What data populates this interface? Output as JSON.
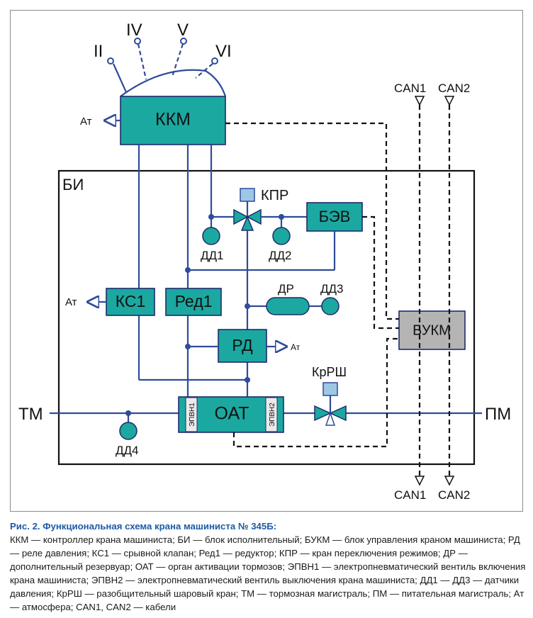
{
  "diagram": {
    "ports": {
      "p2": "II",
      "p4": "IV",
      "p5": "V",
      "p6": "VI"
    },
    "blocks": {
      "kkm": "ККМ",
      "bi": "БИ",
      "kpr": "КПР",
      "bev": "БЭВ",
      "dd1": "ДД1",
      "dd2": "ДД2",
      "ks1": "КС1",
      "red1": "Ред1",
      "dr": "ДР",
      "dd3": "ДД3",
      "rd": "РД",
      "bukm": "БУКМ",
      "krsh": "КрРШ",
      "oat": "ОАТ",
      "epvn1": "ЭПВН1",
      "epvn2": "ЭПВН2",
      "dd4": "ДД4"
    },
    "atmosphere": {
      "kkm": "Ат",
      "ks1": "Ат",
      "rd": "Ат"
    },
    "lines": {
      "tm": "ТМ",
      "pm": "ПМ"
    },
    "cables": {
      "can1_top": "CAN1",
      "can2_top": "CAN2",
      "can1_bottom": "CAN1",
      "can2_bottom": "CAN2"
    }
  },
  "caption": {
    "title": "Рис. 2. Функциональная схема крана машиниста № 345Б:",
    "body": "ККМ — контроллер крана машиниста; БИ — блок исполнительный; БУКМ — блок управления краном машиниста; РД — реле давления; КС1 — срывной клапан; Ред1 — редуктор; КПР — кран переключения режимов; ДР — дополнительный резервуар; ОАТ — орган активации тормозов; ЭПВН1 — электропнев­матический вентиль включения крана машиниста; ЭПВН2 — электропневматический вентиль выклю­чения крана машиниста; ДД1 — ДД3 — датчики давления; КрРШ — разобщительный шаровый кран; ТМ — тормозная магистраль; ПМ — питательная магистраль; Ат — атмосфера; CAN1, CAN2 — кабели"
  },
  "colors": {
    "block": "#1ba8a0",
    "bukm": "#b4b4b4",
    "wire": "#2f4b9a",
    "caption_title": "#1c5aa6"
  }
}
